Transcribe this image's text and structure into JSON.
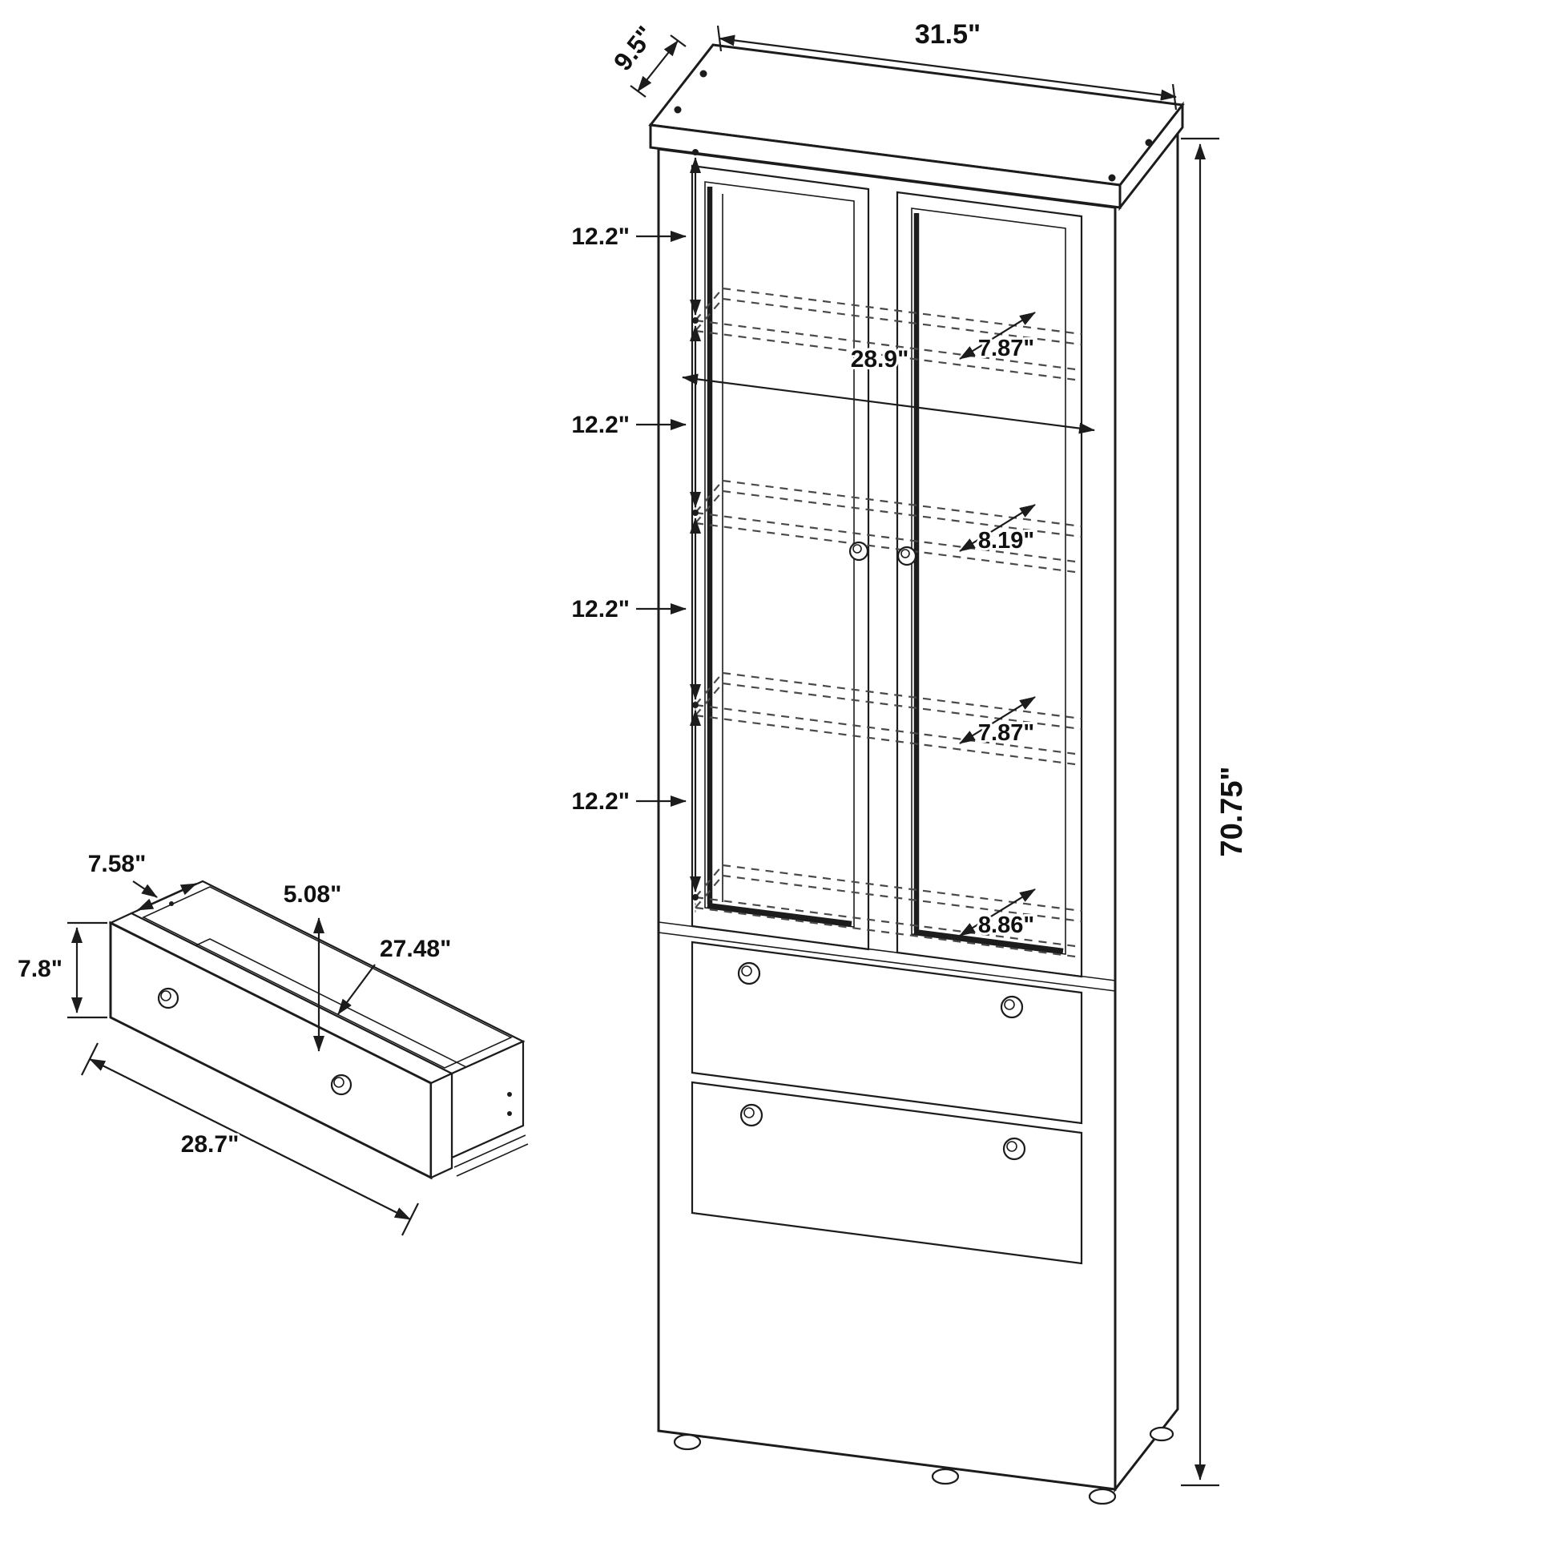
{
  "page": {
    "type": "furniture-assembly-dimension-diagram",
    "background": "#ffffff"
  },
  "cabinet": {
    "top_width": "31.5\"",
    "top_depth": "9.5\"",
    "overall_height": "70.75\"",
    "interior_width": "28.9\"",
    "shelf_spacings": [
      "12.2\"",
      "12.2\"",
      "12.2\"",
      "12.2\""
    ],
    "shelf_depths": [
      "7.87\"",
      "8.19\"",
      "7.87\"",
      "8.86\""
    ]
  },
  "drawer": {
    "front_height": "7.8\"",
    "top_depth": "7.58\"",
    "inner_height": "5.08\"",
    "inner_length": "27.48\"",
    "outer_length": "28.7\""
  },
  "colors": {
    "line": "#1c1c1c",
    "dashed_line": "#4a4a4a",
    "background": "#ffffff"
  }
}
